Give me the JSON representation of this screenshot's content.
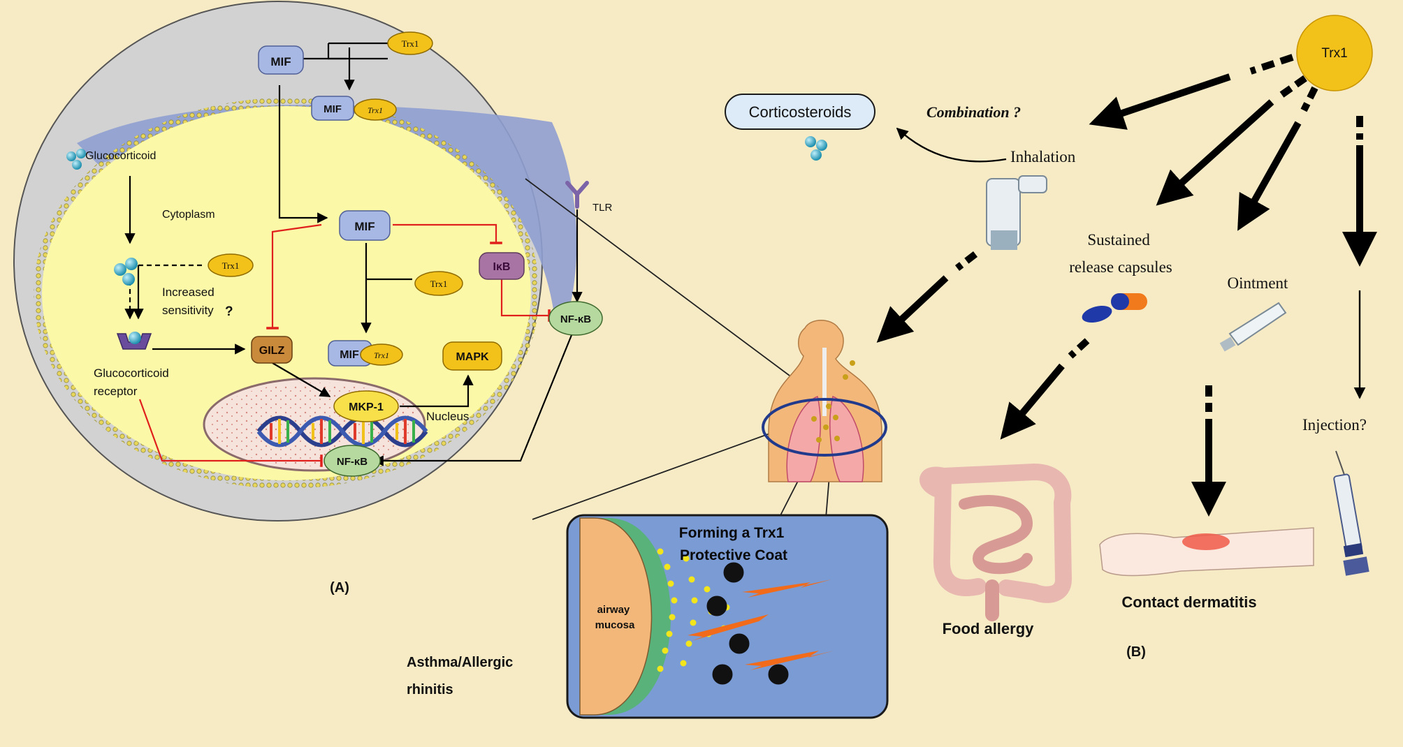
{
  "panelA": {
    "label": "(A)",
    "nodes": {
      "mif_top": "MIF",
      "trx1_top": "Trx1",
      "mif_membrane": "MIF",
      "trx1_membrane": "Trx1",
      "glucocorticoid": "Glucocorticoid",
      "cytoplasm": "Cytoplasm",
      "tlr": "TLR",
      "mif_center": "MIF",
      "trx1_left": "Trx1",
      "increased": "Increased",
      "sensitivity": "sensitivity",
      "question": "?",
      "trx1_center": "Trx1",
      "ikb": "IκB",
      "nfkb_cyto": "NF-κB",
      "gr_line1": "Glucocorticoid",
      "gr_line2": "receptor",
      "gilz": "GILZ",
      "mif_complex": "MIF",
      "trx1_complex": "Trx1",
      "mapk": "MAPK",
      "mkp1": "MKP-1",
      "nucleus": "Nucleus",
      "nfkb_nuc": "NF-κB"
    }
  },
  "bottom": {
    "coat_line1": "Forming a Trx1",
    "coat_line2": "Protective Coat",
    "mucosa_line1": "airway",
    "mucosa_line2": "mucosa",
    "disease_line1": "Asthma/Allergic",
    "disease_line2": "rhinitis"
  },
  "panelB": {
    "label": "(B)",
    "trx1": "Trx1",
    "corticosteroids": "Corticosteroids",
    "combination": "Combination ?",
    "inhalation": "Inhalation",
    "sustained_line1": "Sustained",
    "sustained_line2": "release capsules",
    "ointment": "Ointment",
    "injection": "Injection?",
    "food_allergy": "Food allergy",
    "contact_dermatitis": "Contact dermatitis"
  },
  "colors": {
    "background": "#f7ebc6",
    "cell_gray": "#d2d2d2",
    "cytoplasm": "#fbf8a8",
    "membrane_blue": "#8f9fd0",
    "mif_blue": "#a8b8e4",
    "trx1_yellow": "#f3c21a",
    "inhibit_red": "#e0201c",
    "ikb_purple": "#a874a4",
    "nfkb_green": "#b6d9a0",
    "gilz_brown": "#c98a3c",
    "coat_blue": "#7a9bd4"
  }
}
